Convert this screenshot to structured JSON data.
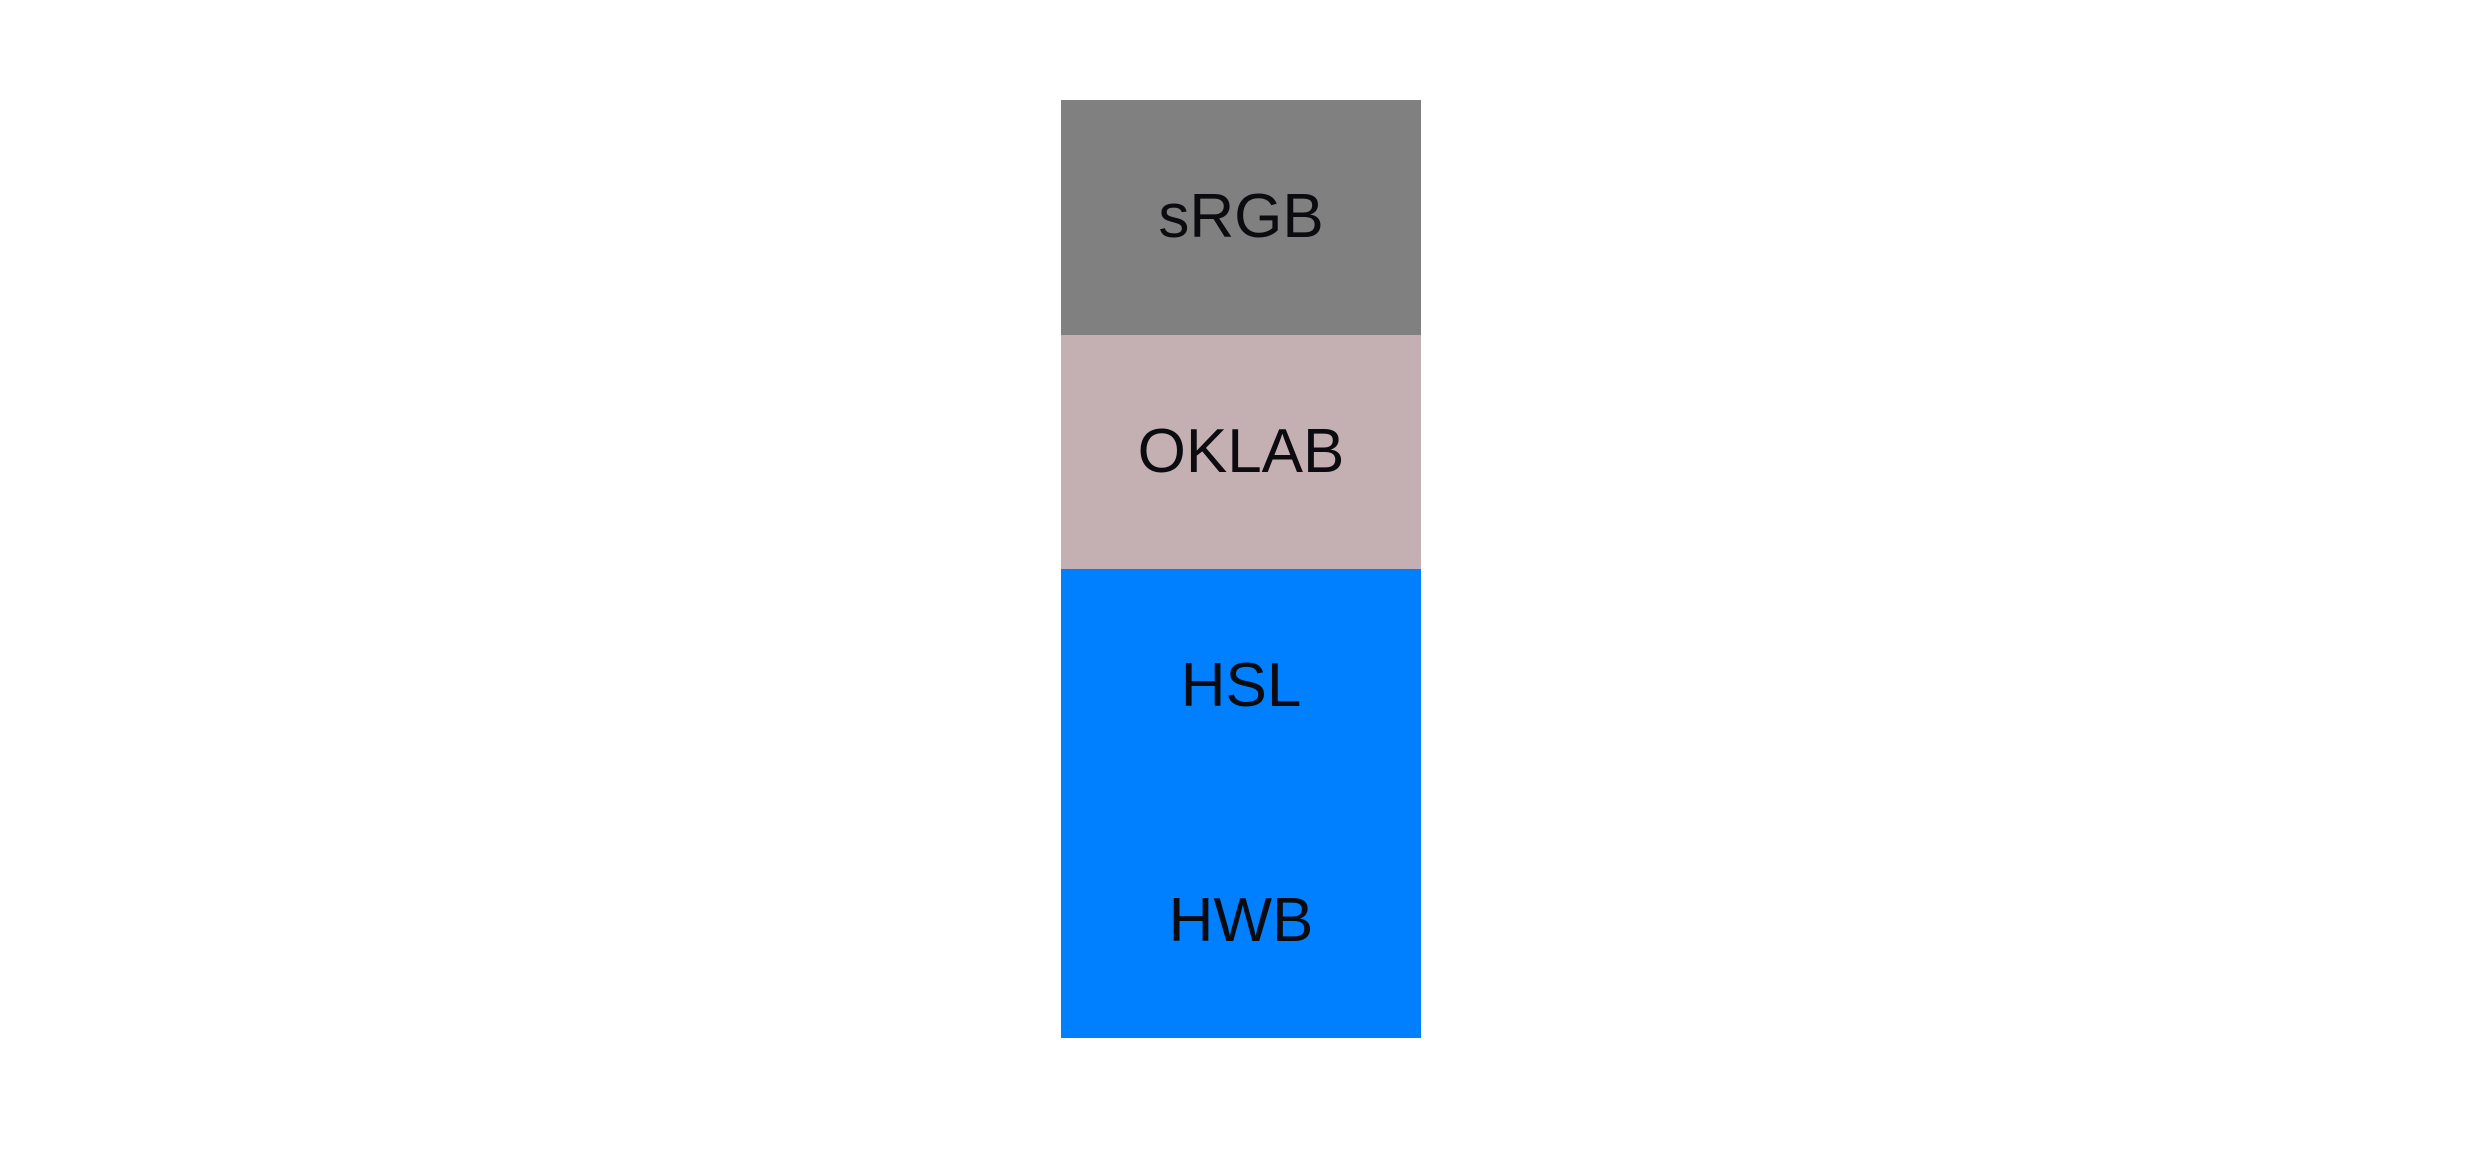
{
  "figure": {
    "background_color": "#ffffff",
    "label_text_color": "#0b0b10",
    "swatches": [
      {
        "label": "sRGB",
        "color": "#808080"
      },
      {
        "label": "OKLAB",
        "color": "#c4b0b2"
      },
      {
        "label": "HSL",
        "color": "#0080ff"
      },
      {
        "label": "HWB",
        "color": "#0080ff"
      }
    ]
  }
}
